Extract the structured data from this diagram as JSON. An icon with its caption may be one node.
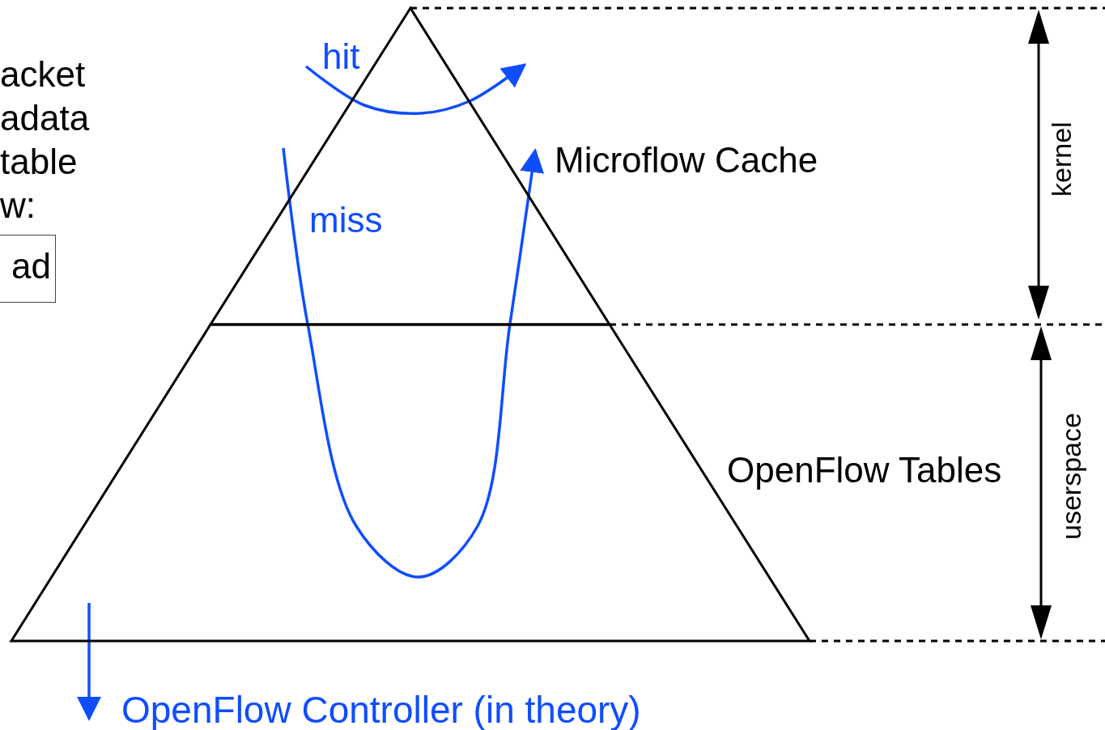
{
  "diagram": {
    "nodes": [
      {
        "text": [
          "Microflow Cache"
        ]
      },
      {
        "text": [
          "OpenFlow Tables"
        ]
      },
      {
        "text": [
          "OpenFlow Controller (in theory)"
        ]
      },
      {
        "text": [
          "ad"
        ]
      }
    ],
    "edges": [
      {
        "from": null,
        "to": 0,
        "arrow": "to",
        "label": "hit"
      },
      {
        "from": null,
        "to": 0,
        "arrow": "to",
        "label": "miss"
      },
      {
        "from": 1,
        "to": 2,
        "arrow": "to"
      }
    ],
    "labels": [
      "acket",
      "adata",
      "table",
      "w:",
      "kernel",
      "userspace"
    ]
  }
}
